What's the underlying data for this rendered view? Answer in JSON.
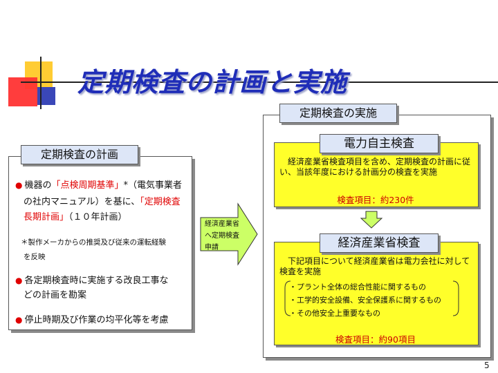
{
  "title": "定期検査の計画と実施",
  "left": {
    "header": "定期検査の計画",
    "lines": {
      "l1a": "機器の",
      "l1b": "「点検周期基準」",
      "l1c": "*（電気事業者",
      "l2a": "の社内マニュアル）を基に、",
      "l2b": "「定期検査",
      "l3a": "長期計画」",
      "l3b": "（１０年計画）",
      "note1": "＊製作メーカからの推奨及び従来の運転経験",
      "note2": "を反映",
      "l4": "各定期検査時に実施する改良工事な",
      "l5": "どの計画を勘案",
      "l6": "停止時期及び作業の均平化等を考慮"
    }
  },
  "arrow": {
    "line1": "経済産業省",
    "line2": "へ定期検査",
    "line3": "申請"
  },
  "right": {
    "header": "定期検査の実施",
    "box1": {
      "title": "電力自主検査",
      "text": "経済産業省検査項目を含め、定期検査の計画に従い、当該年度における計画分の検査を実施",
      "items": "検査項目：約230件"
    },
    "box2": {
      "title": "経済産業省検査",
      "text": "下記項目について経済産業省は電力会社に対して検査を実施",
      "subitems": [
        "・プラント全体の総合性能に関するもの",
        "・工学的安全設備、安全保護系に関するもの",
        "・その他安全上重要なもの"
      ],
      "items": "検査項目：約90項目"
    }
  },
  "page_number": "5",
  "colors": {
    "title": "#1f2db8",
    "header_bg": "#dde6f7",
    "yellow_box": "#ffff2a",
    "red_text": "#e00000",
    "arrow_fill": "#ccff66"
  }
}
